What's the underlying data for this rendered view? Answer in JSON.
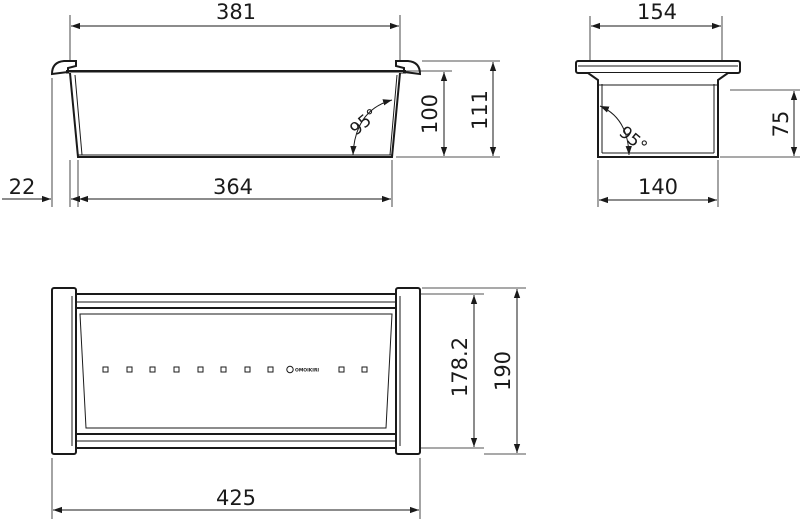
{
  "front_view": {
    "overall_width": "381",
    "bottom_width": "364",
    "rim_offset": "22",
    "inner_height": "100",
    "outer_height": "111",
    "wall_angle": "95°"
  },
  "side_view": {
    "top_width": "154",
    "bottom_width": "140",
    "height": "75",
    "wall_angle": "95°"
  },
  "top_view": {
    "overall_length": "425",
    "inner_width": "178.2",
    "outer_width": "190",
    "brand": "OMOIKIRI"
  }
}
